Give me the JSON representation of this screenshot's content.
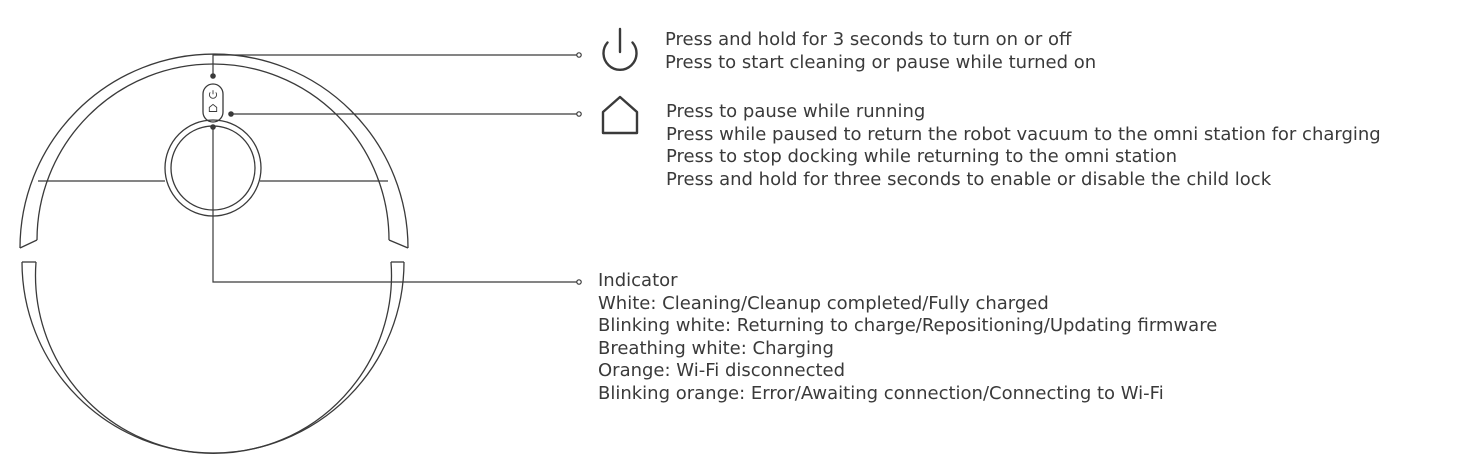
{
  "colors": {
    "line": "#3a3a3a",
    "text": "#3a3a3a",
    "background": "#ffffff"
  },
  "robot": {
    "icons": [
      "power-icon",
      "home-icon"
    ]
  },
  "power": {
    "icon": "power-icon",
    "lines": [
      "Press and hold for 3 seconds to turn on or off",
      "Press to start cleaning or pause while turned on"
    ]
  },
  "home": {
    "icon": "home-icon",
    "lines": [
      "Press to pause while running",
      "Press while paused to return the robot vacuum to the omni station for charging",
      "Press to stop docking while returning to the omni station",
      "Press and hold for three seconds to enable or disable the child lock"
    ]
  },
  "indicator": {
    "lines": [
      "Indicator",
      "White: Cleaning/Cleanup completed/Fully charged",
      "Blinking white: Returning to charge/Repositioning/Updating firmware",
      "Breathing white: Charging",
      "Orange: Wi-Fi disconnected",
      "Blinking orange: Error/Awaiting connection/Connecting to Wi-Fi"
    ]
  }
}
